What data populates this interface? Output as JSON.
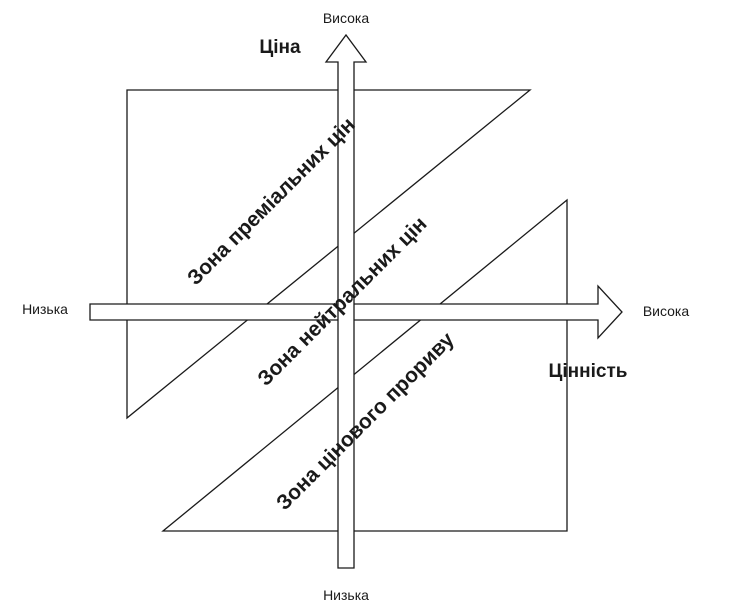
{
  "axes": {
    "vertical": {
      "title": "Ціна",
      "high_label": "Висока",
      "low_label": "Низька"
    },
    "horizontal": {
      "title": "Цінність",
      "high_label": "Висока",
      "low_label": "Низька"
    }
  },
  "zones": {
    "premium": "Зона преміальних цін",
    "neutral": "Зона нейтральних цін",
    "breakthrough": "Зона цінового прориву"
  }
}
